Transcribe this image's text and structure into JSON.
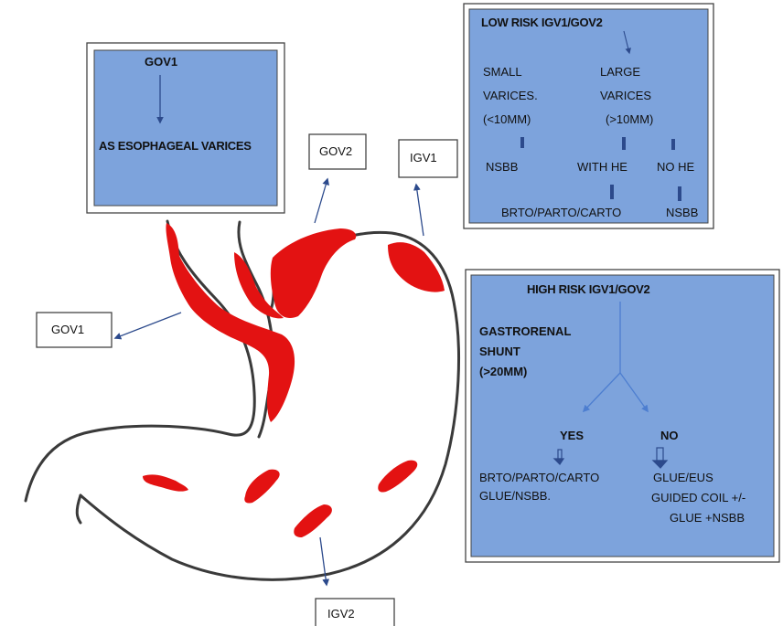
{
  "gov1_box": {
    "title": "GOV1",
    "subtitle": "AS ESOPHAGEAL VARICES"
  },
  "labels": {
    "gov2": "GOV2",
    "igv1": "IGV1",
    "gov1": "GOV1",
    "igv2": "IGV2"
  },
  "low_risk": {
    "title": "LOW RISK IGV1/GOV2",
    "small_1": "SMALL",
    "small_2": "VARICES.",
    "small_3": "(<10MM)",
    "large_1": "LARGE",
    "large_2": "VARICES",
    "large_3": "(>10MM)",
    "nsbb_small": "NSBB",
    "with_he": "WITH HE",
    "no_he": "NO HE",
    "brto": "BRTO/PARTO/CARTO",
    "nsbb_nohe": "NSBB"
  },
  "high_risk": {
    "title": "HIGH RISK IGV1/GOV2",
    "shunt_1": "GASTRORENAL",
    "shunt_2": "SHUNT",
    "shunt_3": "(>20MM)",
    "yes": "YES",
    "no": "NO",
    "yes_tx_1": "BRTO/PARTO/CARTO",
    "yes_tx_2": "GLUE/NSBB.",
    "no_tx_1": "GLUE/EUS",
    "no_tx_2": "GUIDED COIL +/-",
    "no_tx_3": "GLUE +NSBB"
  },
  "colors": {
    "box_fill": "#7da3dc",
    "varix_red": "#e31212",
    "stomach_outline": "#3a3a3a",
    "arrow": "#2c4a8c"
  }
}
